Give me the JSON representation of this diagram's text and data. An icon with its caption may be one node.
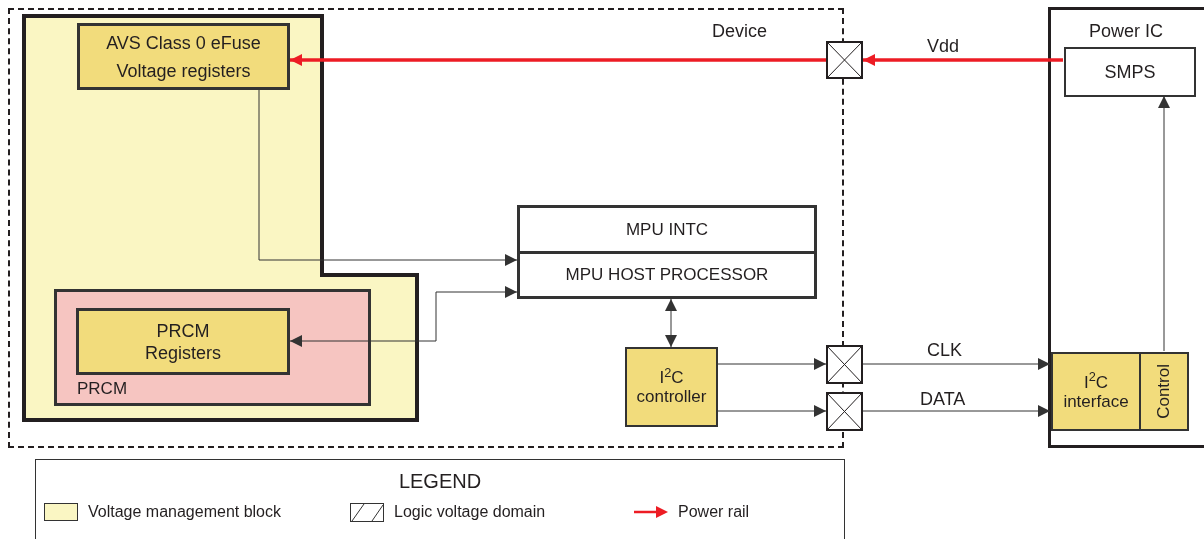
{
  "diagram": {
    "nodes": [
      {
        "text": [
          "Device"
        ]
      },
      {
        "text": [],
        "shape": "box",
        "in": 0
      },
      {
        "text": [
          "AVS Class 0 eFuse Voltage registers"
        ],
        "in": 1
      },
      {
        "text": [
          "PRCM"
        ],
        "in": 1
      },
      {
        "text": [
          "PRCM Registers"
        ],
        "in": 3
      },
      {
        "text": [
          "MPU INTC"
        ],
        "in": 0
      },
      {
        "text": [
          "MPU HOST PROCESSOR"
        ],
        "in": 0
      },
      {
        "text": [
          "I$^{2}$C controller"
        ],
        "in": 0
      },
      {
        "text": [],
        "shape": "box"
      },
      {
        "text": [],
        "shape": "box"
      },
      {
        "text": [],
        "shape": "box"
      },
      {
        "text": [
          "Power IC"
        ]
      },
      {
        "text": [
          "SMPS"
        ],
        "in": 11
      },
      {
        "text": [
          "I$^{2}$C interface"
        ],
        "in": 11
      },
      {
        "text": [
          "Control"
        ],
        "in": 11
      }
    ],
    "edges": [
      {
        "from": 12,
        "to": 8,
        "arrow": "to",
        "label": "Vdd",
        "style": "thick",
        "color": "#ed1c24"
      },
      {
        "from": 8,
        "to": 2,
        "arrow": "to",
        "style": "thick",
        "color": "#ed1c24"
      },
      {
        "from": 2,
        "to": 6,
        "arrow": "to"
      },
      {
        "from": 6,
        "to": 4,
        "arrow": "both"
      },
      {
        "from": 6,
        "to": 7,
        "arrow": "both"
      },
      {
        "from": 7,
        "to": 9,
        "arrow": "to"
      },
      {
        "from": 7,
        "to": 10,
        "arrow": "to"
      },
      {
        "from": 9,
        "to": 13,
        "arrow": "to",
        "label": "CLK"
      },
      {
        "from": 10,
        "to": 13,
        "arrow": "to",
        "label": "DATA"
      },
      {
        "from": 14,
        "to": 12,
        "arrow": "to"
      }
    ],
    "labels": [
      "LEGEND"
    ],
    "legend": [
      {
        "text": "Voltage management block",
        "color": "#faf6c3"
      },
      {
        "text": "Logic voltage domain"
      },
      {
        "text": "Power rail"
      }
    ]
  }
}
